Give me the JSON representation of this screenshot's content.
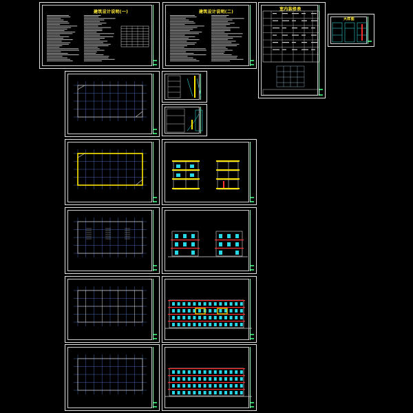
{
  "sheets": {
    "notes_1_title": "建筑设计说明(一)",
    "notes_2_title": "建筑设计说明(二)",
    "schedule_title": "室内装修表",
    "detail_title": "大样图"
  },
  "colors": {
    "background": "#000000",
    "frame": "#e8e8e8",
    "text_notes": "#d8d8d8",
    "title_yellow": "#ffeb3b",
    "axis_blue": "#5a7bd8",
    "grid_cyan": "#19c7d6",
    "wall_yellow": "#ffe600",
    "facade_red": "#ff2a2a",
    "window_cyan": "#28d8e8",
    "titleblock_green": "#33cc66"
  }
}
